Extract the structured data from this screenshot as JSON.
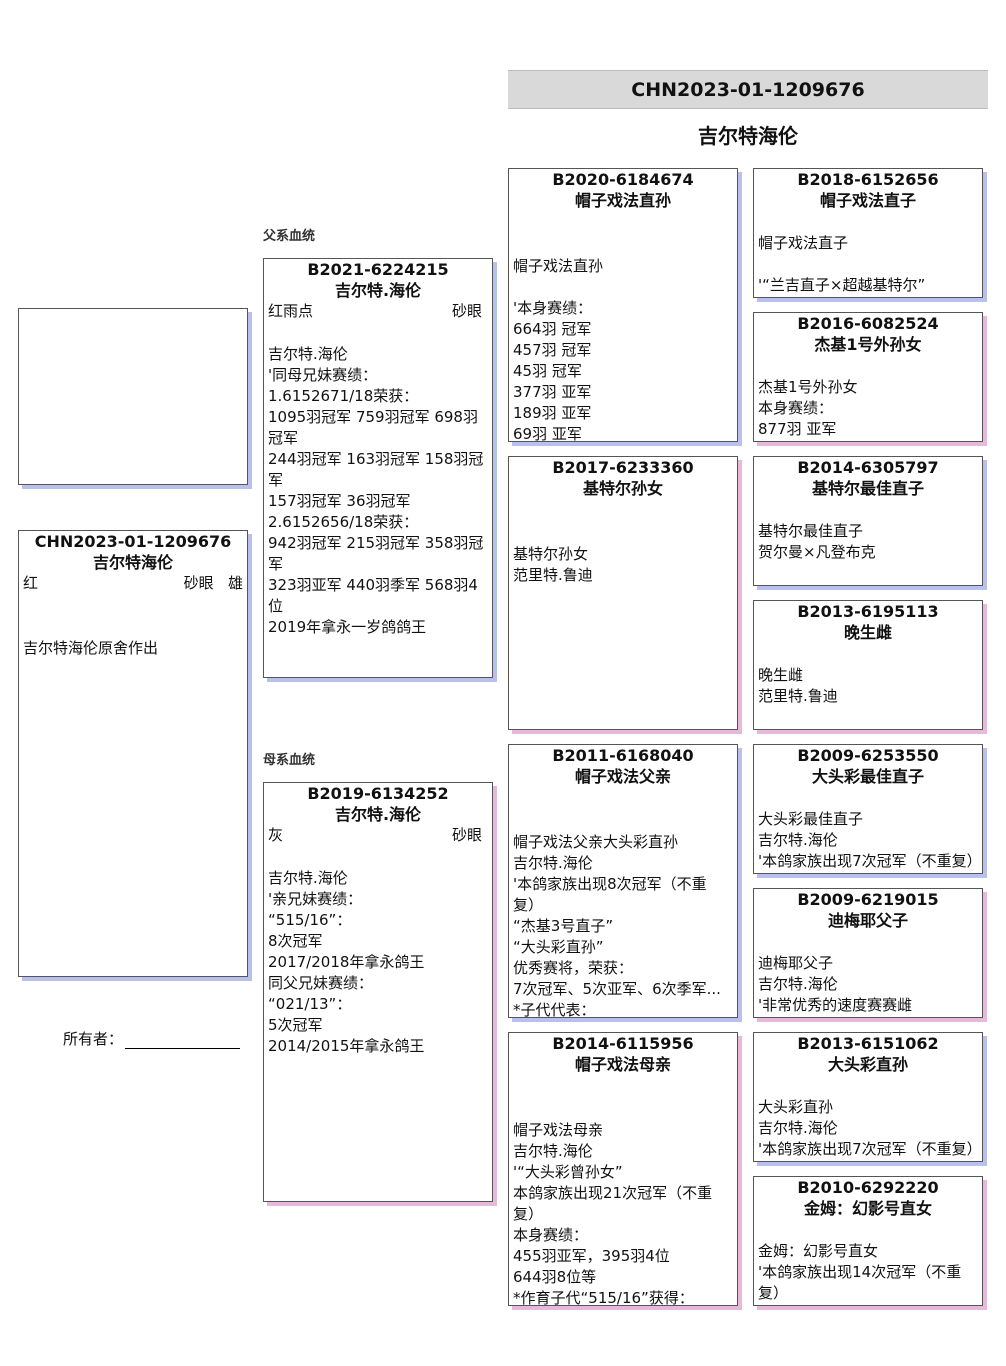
{
  "header": {
    "ring": "CHN2023-01-1209676",
    "name": "吉尔特海伦"
  },
  "sections": {
    "sire": "父系血统",
    "dam": "母系血统"
  },
  "subject": {
    "ring": "CHN2023-01-1209676",
    "name": "吉尔特海伦",
    "color": "红",
    "eye": "砂眼",
    "sex": "雄",
    "desc": "吉尔特海伦原舍作出"
  },
  "owner": {
    "label": "所有者："
  },
  "sire": {
    "ring": "B2021-6224215",
    "name": "吉尔特.海伦",
    "color": "红雨点",
    "eye": "砂眼",
    "desc": "吉尔特.海伦\n'同母兄妹赛绩：\n1.6152671/18荣获：\n1095羽冠军 759羽冠军 698羽冠军\n244羽冠军 163羽冠军 158羽冠军\n157羽冠军 36羽冠军\n2.6152656/18荣获：\n942羽冠军 215羽冠军 358羽冠军\n323羽亚军 440羽季军 568羽4位\n2019年拿永一岁鸽鸽王"
  },
  "dam": {
    "ring": "B2019-6134252",
    "name": "吉尔特.海伦",
    "color": "灰",
    "eye": "砂眼",
    "desc": "吉尔特.海伦\n'亲兄妹赛绩：\n“515/16”：\n8次冠军\n2017/2018年拿永鸽王\n同父兄妹赛绩：\n“021/13”：\n5次冠军\n2014/2015年拿永鸽王"
  },
  "gp": [
    {
      "ring": "B2020-6184674",
      "name": "帽子戏法直孙",
      "desc": "\n帽子戏法直孙\n\n'本身赛绩：\n664羽 冠军\n457羽 冠军\n45羽 冠军\n377羽 亚军\n189羽 亚军\n69羽 亚军"
    },
    {
      "ring": "B2017-6233360",
      "name": "基特尔孙女",
      "desc": "\n基特尔孙女\n范里特.鲁迪"
    },
    {
      "ring": "B2011-6168040",
      "name": "帽子戏法父亲",
      "desc": "\n帽子戏法父亲大头彩直孙\n吉尔特.海伦\n'本鸽家族出现8次冠军（不重复）\n“杰基3号直子”\n“大头彩直孙”\n优秀赛将，荣获：\n7次冠军、5次亚军、6次季军...\n*子代代表："
    },
    {
      "ring": "B2014-6115956",
      "name": "帽子戏法母亲",
      "desc": "\n帽子戏法母亲\n吉尔特.海伦\n'“大头彩曾孙女”\n本鸽家族出现21次冠军（不重复）\n本身赛绩：\n455羽亚军，395羽4位\n644羽8位等\n*作育子代“515/16”获得："
    }
  ],
  "ggp": [
    {
      "ring": "B2018-6152656",
      "name": "帽子戏法直子",
      "desc": "帽子戏法直子\n\n'“兰吉直子×超越基特尔”"
    },
    {
      "ring": "B2016-6082524",
      "name": "杰基1号外孙女",
      "desc": "杰基1号外孙女\n本身赛绩：\n877羽 亚军"
    },
    {
      "ring": "B2014-6305797",
      "name": "基特尔最佳直子",
      "desc": "基特尔最佳直子\n贺尔曼×凡登布克"
    },
    {
      "ring": "B2013-6195113",
      "name": "晚生雌",
      "desc": "晚生雌\n范里特.鲁迪"
    },
    {
      "ring": "B2009-6253550",
      "name": "大头彩最佳直子",
      "desc": "大头彩最佳直子\n吉尔特.海伦\n'本鸽家族出现7次冠军（不重复）"
    },
    {
      "ring": "B2009-6219015",
      "name": "迪梅耶父子",
      "desc": "迪梅耶父子\n吉尔特.海伦\n'非常优秀的速度赛赛雌"
    },
    {
      "ring": "B2013-6151062",
      "name": "大头彩直孙",
      "desc": "大头彩直孙\n吉尔特.海伦\n'本鸽家族出现7次冠军（不重复）"
    },
    {
      "ring": "B2010-6292220",
      "name": "金姆：幻影号直女",
      "desc": "金姆：幻影号直女\n'本鸽家族出现14次冠军（不重复）"
    }
  ]
}
